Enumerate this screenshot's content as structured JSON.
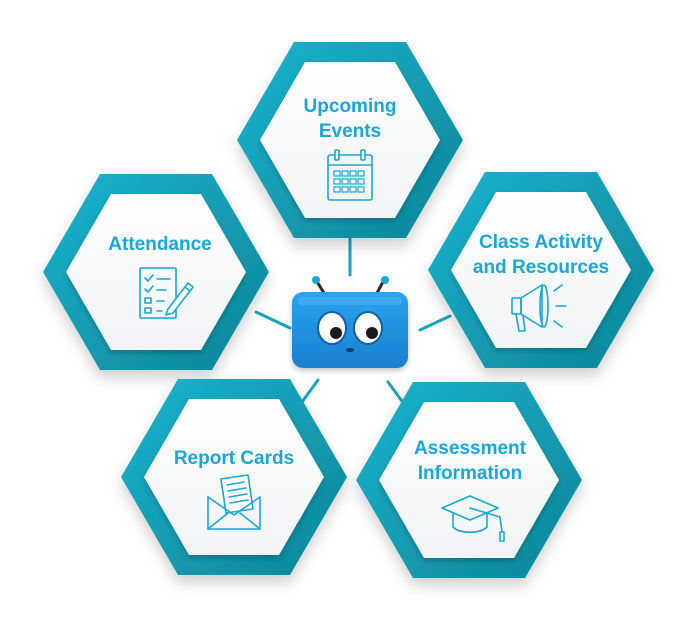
{
  "center": {
    "name": "robot-mascot"
  },
  "nodes": [
    {
      "id": "upcoming-events",
      "lines": [
        "Upcoming",
        "Events"
      ],
      "icon": "calendar-icon"
    },
    {
      "id": "attendance",
      "lines": [
        "Attendance"
      ],
      "icon": "checklist-icon"
    },
    {
      "id": "class-activity",
      "lines": [
        "Class Activity",
        "and Resources"
      ],
      "icon": "megaphone-icon"
    },
    {
      "id": "report-cards",
      "lines": [
        "Report Cards"
      ],
      "icon": "envelope-letter-icon"
    },
    {
      "id": "assessment",
      "lines": [
        "Assessment",
        "Information"
      ],
      "icon": "graduation-cap-icon"
    }
  ],
  "colors": {
    "hex_outer_dark": "#0e8fa2",
    "hex_outer_light": "#1cb3cf",
    "hex_inner": "#ffffff",
    "text": "#1aa6d6",
    "icon": "#1aa6d6",
    "connector": "#17a3bd",
    "robot_body": "#1f93e0"
  }
}
